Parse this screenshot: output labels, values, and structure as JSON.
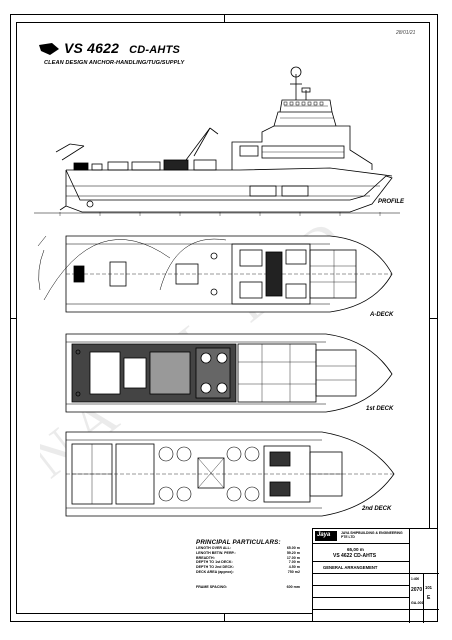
{
  "drawing": {
    "title": "VS 4622",
    "title_suffix": "CD-AHTS",
    "subtitle": "CLEAN DESIGN ANCHOR-HANDLING/TUG/SUPPLY",
    "stamp": "28/01/21",
    "views": {
      "profile": "PROFILE",
      "a_deck": "A-DECK",
      "first_deck": "1st DECK",
      "second_deck": "2nd DECK"
    },
    "watermark": "NAVAL LTD"
  },
  "particulars": {
    "heading": "PRINCIPAL PARTICULARS:",
    "rows": [
      {
        "label": "LENGTH OVER ALL:",
        "value": "65.00 m"
      },
      {
        "label": "LENGTH BETW. PERP.:",
        "value": "59.20 m"
      },
      {
        "label": "BREADTH:",
        "value": "17.00 m"
      },
      {
        "label": "DEPTH TO 1st DECK:",
        "value": "7.00 m"
      },
      {
        "label": "DEPTH TO 2nd DECK:",
        "value": "4.50 m"
      },
      {
        "label": "DECK AREA (approx):",
        "value": "750 m2"
      }
    ],
    "frame_spacing_label": "FRAME SPACING:",
    "frame_spacing_value": "600 mm"
  },
  "title_block": {
    "logo": "Jaya",
    "company": "JAYA SHIPBUILDING & ENGINEERING PTE LTD",
    "length": "65,00 m",
    "vessel": "VS 4622 CD-AHTS",
    "drawing_title": "GENERAL ARRANGEMENT",
    "scale": "1:400",
    "drawing_no": "2070",
    "sheet": "101",
    "revision": "E",
    "sub_no": "GA-001"
  }
}
